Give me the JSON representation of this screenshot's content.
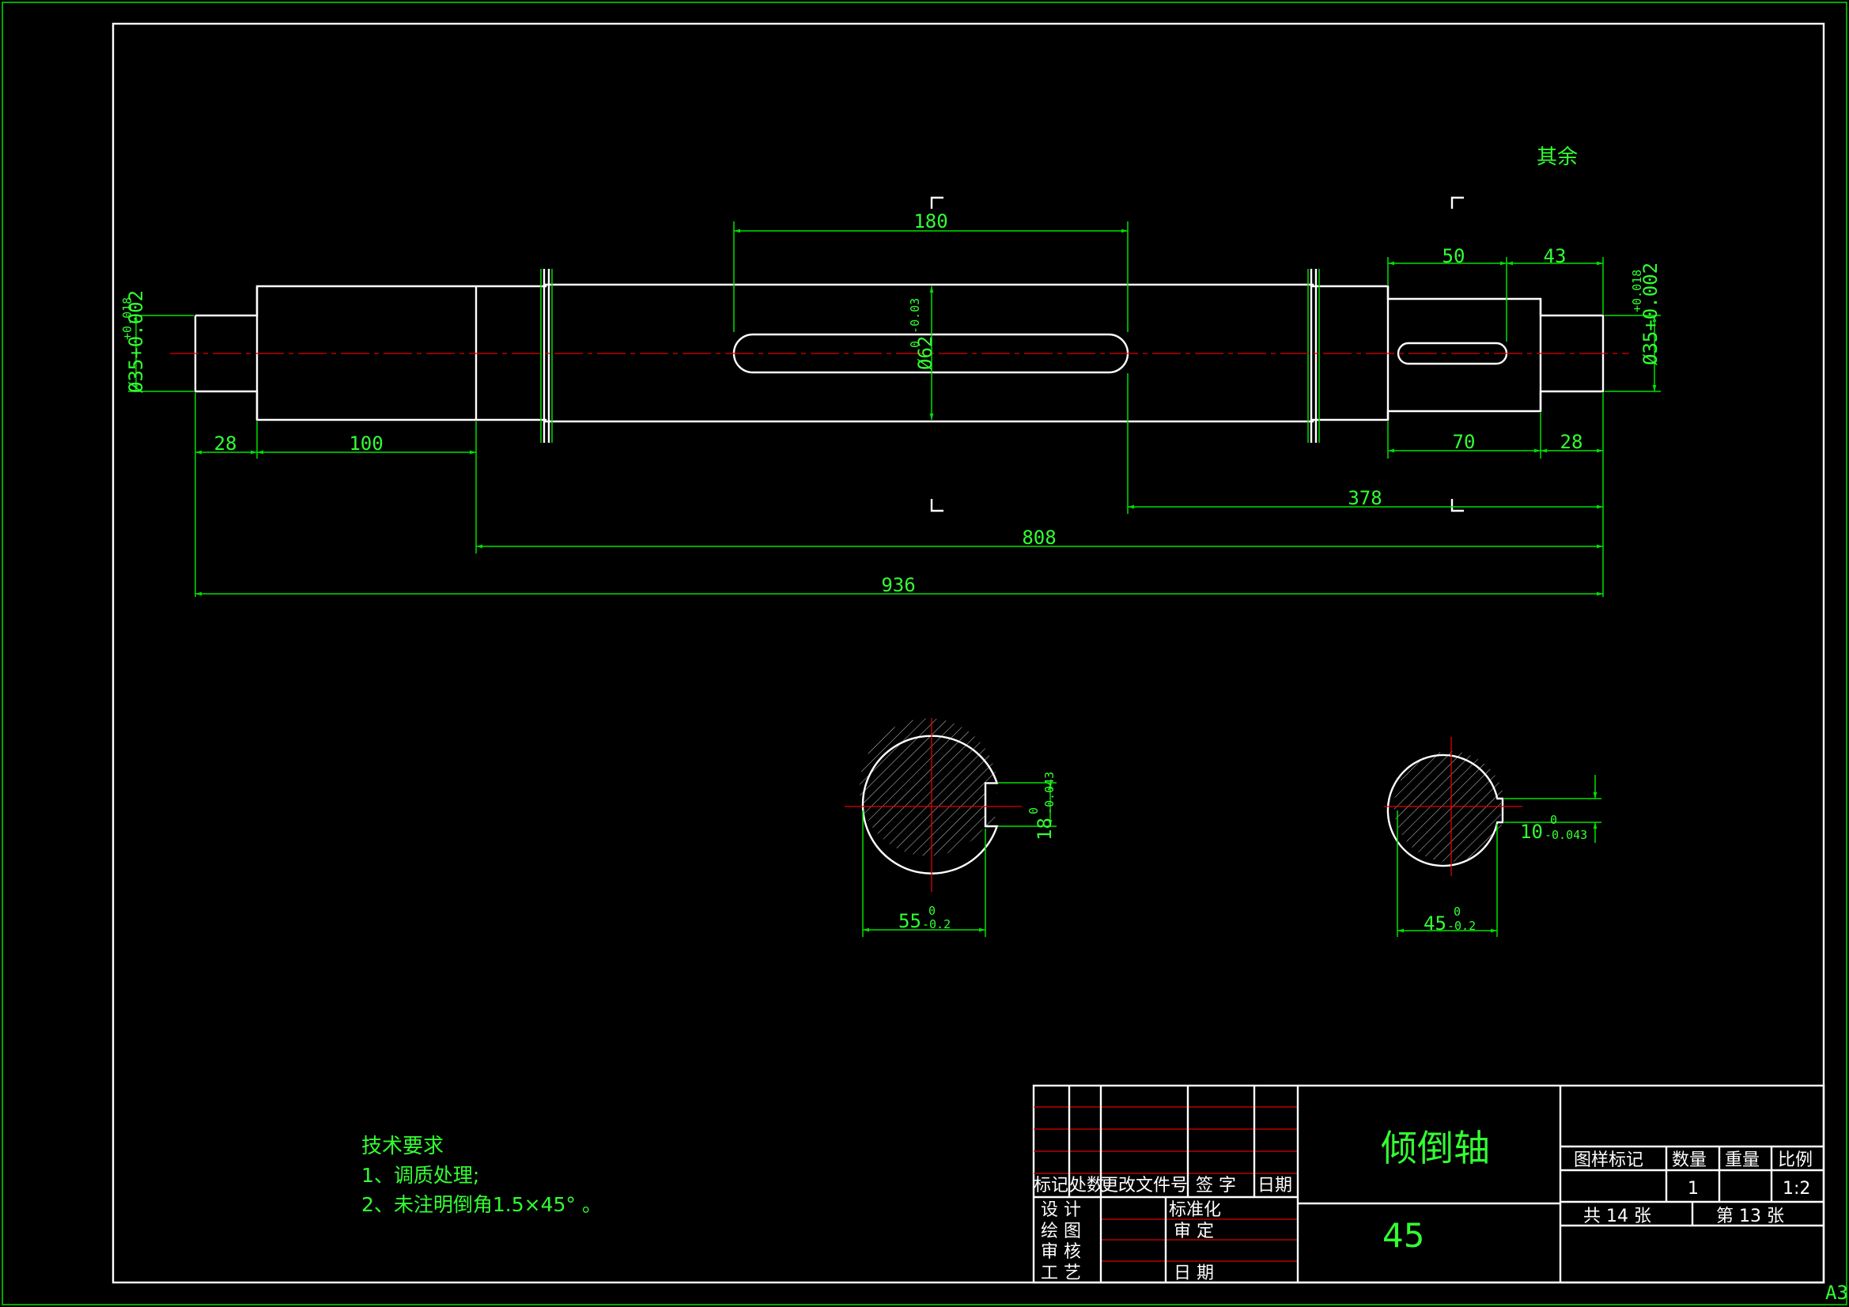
{
  "sheet": {
    "size_label": "A3"
  },
  "roughness": {
    "label": "其余"
  },
  "shaft_dimensions": {
    "keyway_main": "180",
    "left_seg_1": "28",
    "left_seg_2": "100",
    "right_key": "50",
    "right_end_1": "43",
    "right_seg_1": "70",
    "right_seg_2": "28",
    "key_to_end": "378",
    "from_shoulder": "808",
    "overall": "936",
    "dia_left": "Ø35+0.002",
    "dia_left_upper": "+0.018",
    "dia_mid": "Ø62",
    "dia_mid_tol": "0  -0.03",
    "dia_right": "Ø35+0.002",
    "dia_right_upper": "+0.018"
  },
  "sections": {
    "a_width": "18",
    "a_width_tol_upper": "0",
    "a_width_tol_lower": "-0.043",
    "a_depth": "55",
    "a_depth_tol_upper": "0",
    "a_depth_tol_lower": "-0.2",
    "b_width": "10",
    "b_width_tol_upper": "0",
    "b_width_tol_lower": "-0.043",
    "b_depth": "45",
    "b_depth_tol_upper": "0",
    "b_depth_tol_lower": "-0.2"
  },
  "tech_requirements": {
    "title": "技术要求",
    "item1": "1、调质处理;",
    "item2": "2、未注明倒角1.5×45° 。"
  },
  "title_block": {
    "part_name": "倾倒轴",
    "material": "45",
    "rev_headers": [
      "标记",
      "处数",
      "更改文件号",
      "签 字",
      "日期"
    ],
    "roles_left": [
      "设 计",
      "绘 图",
      "审 核",
      "工 艺"
    ],
    "roles_right": [
      "标准化",
      "审 定",
      "",
      "日 期"
    ],
    "info_headers": [
      "图样标记",
      "数量",
      "重量",
      "比例"
    ],
    "quantity": "1",
    "weight": "",
    "scale": "1:2",
    "sheets_total": "共 14 张",
    "sheet_no": "第 13 张"
  }
}
